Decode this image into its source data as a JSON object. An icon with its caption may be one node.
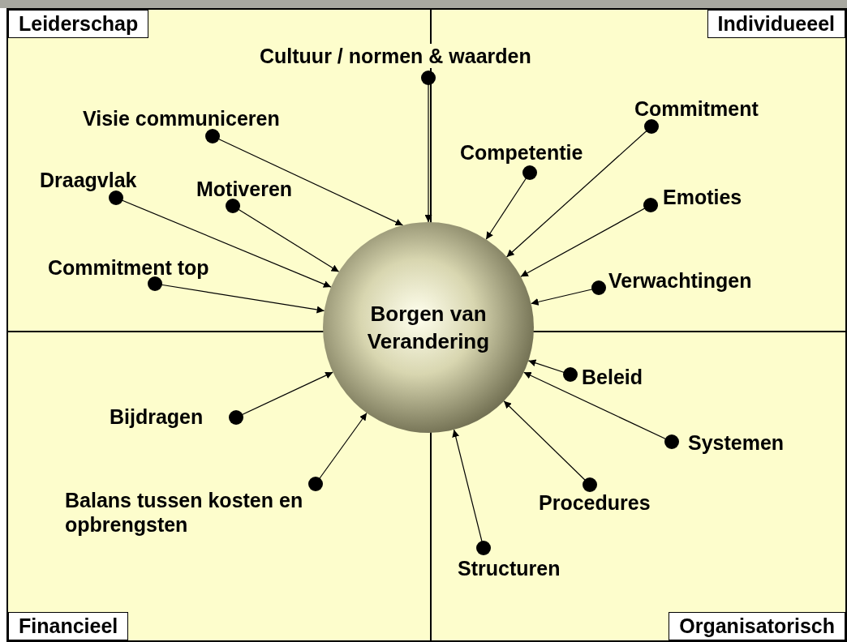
{
  "diagram": {
    "nodes": [
      {
        "text": [
          "Leiderschap"
        ]
      },
      {
        "text": [
          "Cultuur / normen & waarden"
        ]
      },
      {
        "text": [
          "Individueeel"
        ]
      },
      {
        "text": [
          "Visie communiceren"
        ],
        "in": 0
      },
      {
        "text": [
          "Commitment"
        ],
        "in": 2
      },
      {
        "text": [
          "Competentie"
        ],
        "in": 2
      },
      {
        "text": [
          "Draagvlak"
        ],
        "in": 0
      },
      {
        "text": [
          "Motiveren"
        ],
        "in": 0
      },
      {
        "text": [
          "Emoties"
        ],
        "in": 2
      },
      {
        "text": [
          "Commitment top"
        ],
        "in": 0
      },
      {
        "text": [
          "Verwachtingen"
        ],
        "in": 2
      },
      {
        "text": [
          "Borgen van Verandering"
        ]
      },
      {
        "text": [
          "Financieel"
        ]
      },
      {
        "text": [
          "Organisatorisch"
        ]
      },
      {
        "text": [
          "Beleid"
        ],
        "in": 13
      },
      {
        "text": [
          "Bijdragen"
        ],
        "in": 12
      },
      {
        "text": [
          "Systemen"
        ],
        "in": 13
      },
      {
        "text": [
          "Balans tussen kosten en opbrengsten"
        ],
        "in": 12
      },
      {
        "text": [
          "Procedures"
        ],
        "in": 13
      },
      {
        "text": [
          "Structuren"
        ],
        "in": 13
      }
    ],
    "edges": [
      {
        "from": 1,
        "to": 11,
        "arrow": "to"
      },
      {
        "from": 3,
        "to": 11,
        "arrow": "to"
      },
      {
        "from": 4,
        "to": 11,
        "arrow": "to"
      },
      {
        "from": 5,
        "to": 11,
        "arrow": "to"
      },
      {
        "from": 6,
        "to": 11,
        "arrow": "to"
      },
      {
        "from": 7,
        "to": 11,
        "arrow": "to"
      },
      {
        "from": 8,
        "to": 11,
        "arrow": "to"
      },
      {
        "from": 9,
        "to": 11,
        "arrow": "to"
      },
      {
        "from": 10,
        "to": 11,
        "arrow": "to"
      },
      {
        "from": 14,
        "to": 11,
        "arrow": "to"
      },
      {
        "from": 15,
        "to": 11,
        "arrow": "to"
      },
      {
        "from": 16,
        "to": 11,
        "arrow": "to"
      },
      {
        "from": 17,
        "to": 11,
        "arrow": "to"
      },
      {
        "from": 18,
        "to": 11,
        "arrow": "to"
      },
      {
        "from": 19,
        "to": 11,
        "arrow": "to"
      }
    ]
  }
}
